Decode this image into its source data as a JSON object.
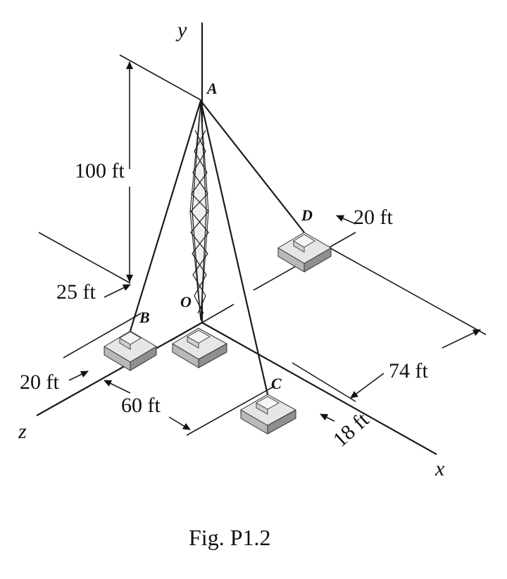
{
  "axes": {
    "x": "x",
    "y": "y",
    "z": "z"
  },
  "points": {
    "A": "A",
    "B": "B",
    "C": "C",
    "D": "D",
    "O": "O"
  },
  "dimensions": {
    "height": "100 ft",
    "d_offset": "20 ft",
    "b_x": "25 ft",
    "b_z": "20 ft",
    "c_z": "60 ft",
    "d_z": "74 ft",
    "c_x": "18 ft"
  },
  "caption": "Fig. P1.2"
}
